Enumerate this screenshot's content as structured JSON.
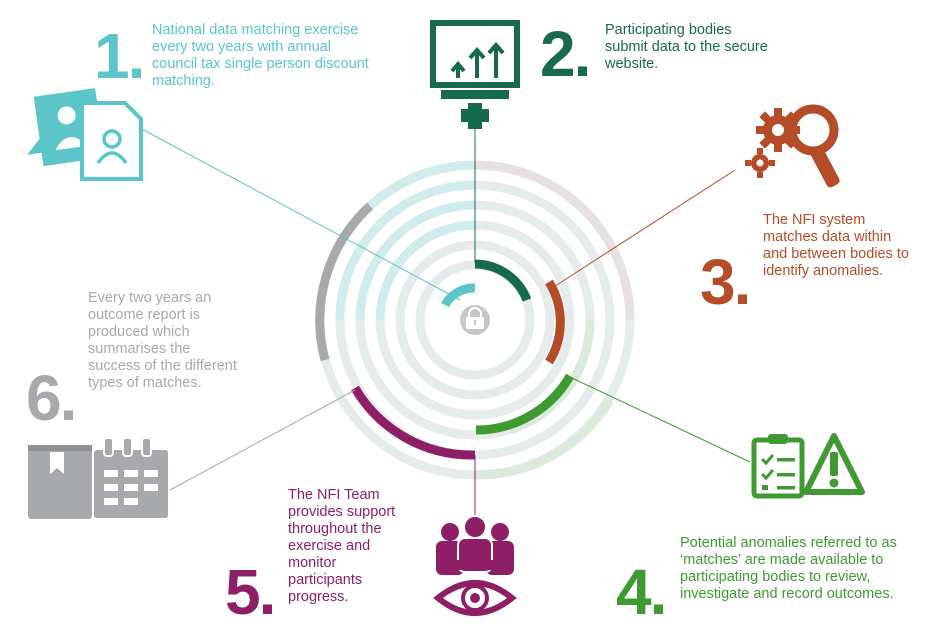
{
  "steps": [
    {
      "num": "1.",
      "text": "National data matching exercise every two years with annual council tax single person discount matching.",
      "color": "#5bc5c9",
      "icon": "document-people-icon"
    },
    {
      "num": "2.",
      "text": "Participating bodies submit data to the secure website.",
      "color": "#176a4c",
      "icon": "monitor-upload-icon"
    },
    {
      "num": "3.",
      "text": "The NFI system matches data within and between bodies to identify anomalies.",
      "color": "#b44c27",
      "icon": "gears-magnifier-icon"
    },
    {
      "num": "4.",
      "text": "Potential anomalies referred to as ‘matches’ are made available to participating bodies to review, investigate and record outcomes.",
      "color": "#3f9a32",
      "icon": "clipboard-warning-icon"
    },
    {
      "num": "5.",
      "text": "The NFI Team provides support throughout the exercise and monitor participants progress.",
      "color": "#8e1f67",
      "icon": "team-eye-icon"
    },
    {
      "num": "6.",
      "text": "Every two years an outcome report is produced which summarises the success of the different types of matches.",
      "color": "#a7a9ac",
      "icon": "report-calendar-icon"
    }
  ],
  "center": {
    "icon": "padlock-icon"
  }
}
